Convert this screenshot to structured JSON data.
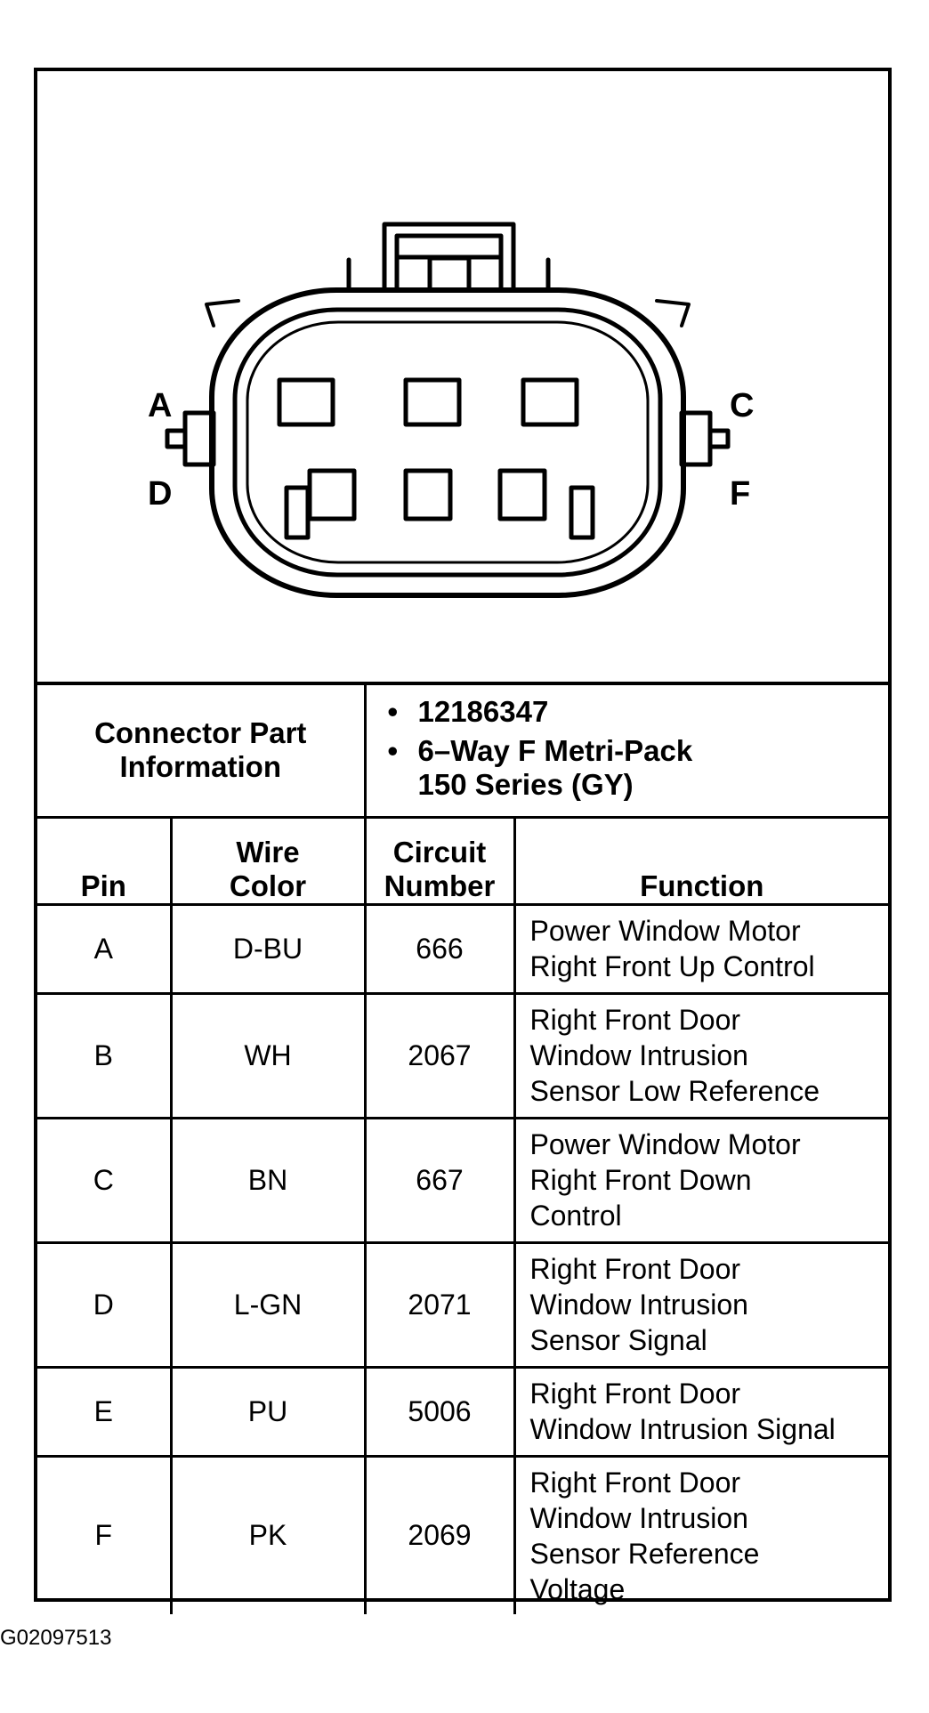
{
  "connector": {
    "pin_labels": {
      "a": "A",
      "c": "C",
      "d": "D",
      "f": "F"
    }
  },
  "part_info": {
    "label_line1": "Connector Part",
    "label_line2": "Information",
    "items": [
      "12186347",
      "6–Way F Metri-Pack"
    ],
    "item2_line2": "150 Series (GY)"
  },
  "headers": {
    "pin": "Pin",
    "wire_color_1": "Wire",
    "wire_color_2": "Color",
    "circuit_1": "Circuit",
    "circuit_2": "Number",
    "function": "Function"
  },
  "rows": [
    {
      "pin": "A",
      "wire": "D-BU",
      "circuit": "666",
      "function": [
        "Power Window Motor",
        "Right Front Up Control"
      ]
    },
    {
      "pin": "B",
      "wire": "WH",
      "circuit": "2067",
      "function": [
        "Right Front Door",
        "Window Intrusion",
        "Sensor Low Reference"
      ]
    },
    {
      "pin": "C",
      "wire": "BN",
      "circuit": "667",
      "function": [
        "Power Window Motor",
        "Right Front Down",
        "Control"
      ]
    },
    {
      "pin": "D",
      "wire": "L-GN",
      "circuit": "2071",
      "function": [
        "Right Front Door",
        "Window Intrusion",
        "Sensor Signal"
      ]
    },
    {
      "pin": "E",
      "wire": "PU",
      "circuit": "5006",
      "function": [
        "Right Front Door",
        "Window Intrusion Signal"
      ]
    },
    {
      "pin": "F",
      "wire": "PK",
      "circuit": "2069",
      "function": [
        "Right Front Door",
        "Window Intrusion",
        "Sensor Reference",
        "Voltage"
      ]
    }
  ],
  "figure_id": "G02097513"
}
